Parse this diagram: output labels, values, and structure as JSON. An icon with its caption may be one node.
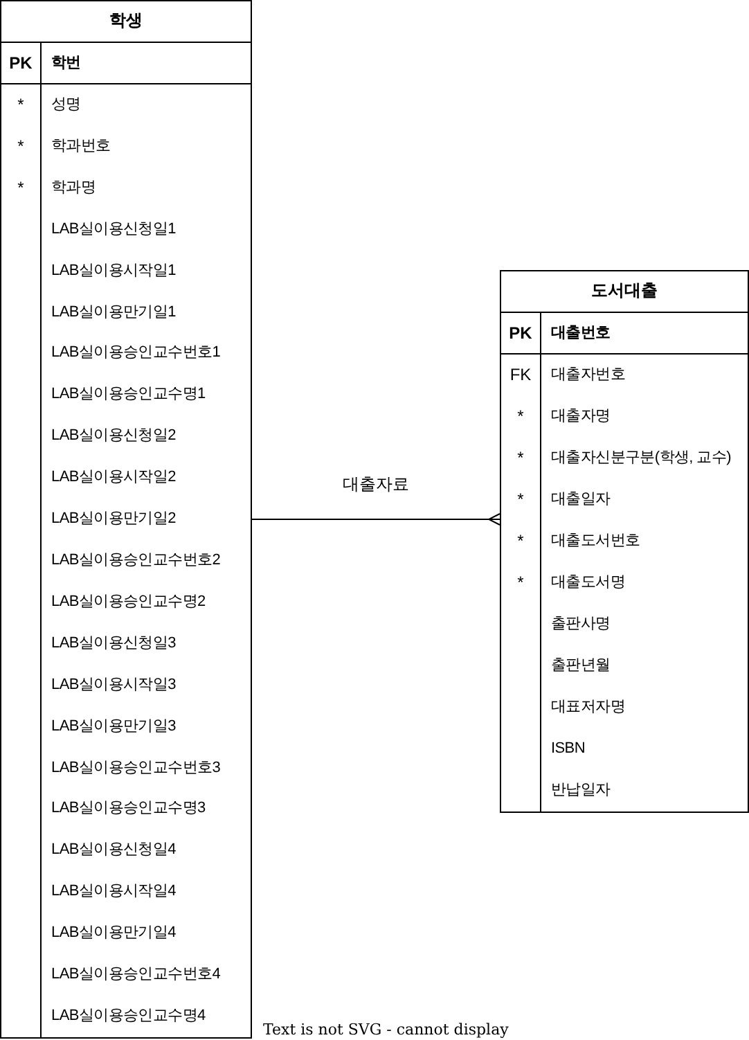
{
  "diagram": {
    "nodes": [
      {
        "text": [
          "학생"
        ]
      },
      {
        "text": [
          "PK",
          "학번"
        ],
        "in": 0
      },
      {
        "text": [
          "*",
          "성명"
        ],
        "in": 0
      },
      {
        "text": [
          "*",
          "학과번호"
        ],
        "in": 0
      },
      {
        "text": [
          "*",
          "학과명"
        ],
        "in": 0
      },
      {
        "text": [
          "LAB실이용신청일1"
        ],
        "in": 0
      },
      {
        "text": [
          "LAB실이용시작일1"
        ],
        "in": 0
      },
      {
        "text": [
          "LAB실이용만기일1"
        ],
        "in": 0
      },
      {
        "text": [
          "LAB실이용승인교수번호1"
        ],
        "in": 0
      },
      {
        "text": [
          "LAB실이용승인교수명1"
        ],
        "in": 0
      },
      {
        "text": [
          "LAB실이용신청일2"
        ],
        "in": 0
      },
      {
        "text": [
          "LAB실이용시작일2"
        ],
        "in": 0
      },
      {
        "text": [
          "LAB실이용만기일2"
        ],
        "in": 0
      },
      {
        "text": [
          "LAB실이용승인교수번호2"
        ],
        "in": 0
      },
      {
        "text": [
          "LAB실이용승인교수명2"
        ],
        "in": 0
      },
      {
        "text": [
          "LAB실이용신청일3"
        ],
        "in": 0
      },
      {
        "text": [
          "LAB실이용시작일3"
        ],
        "in": 0
      },
      {
        "text": [
          "LAB실이용만기일3"
        ],
        "in": 0
      },
      {
        "text": [
          "LAB실이용승인교수번호3"
        ],
        "in": 0
      },
      {
        "text": [
          "LAB실이용승인교수명3"
        ],
        "in": 0
      },
      {
        "text": [
          "LAB실이용신청일4"
        ],
        "in": 0
      },
      {
        "text": [
          "LAB실이용시작일4"
        ],
        "in": 0
      },
      {
        "text": [
          "LAB실이용만기일4"
        ],
        "in": 0
      },
      {
        "text": [
          "LAB실이용승인교수번호4"
        ],
        "in": 0
      },
      {
        "text": [
          "LAB실이용승인교수명4"
        ],
        "in": 0
      },
      {
        "text": [
          "도서대출"
        ]
      },
      {
        "text": [
          "PK",
          "대출번호"
        ],
        "in": 25
      },
      {
        "text": [
          "FK",
          "대출자번호"
        ],
        "in": 25
      },
      {
        "text": [
          "*",
          "대출자명"
        ],
        "in": 25
      },
      {
        "text": [
          "*",
          "대출자신분구분(학생, 교수)"
        ],
        "in": 25
      },
      {
        "text": [
          "*",
          "대출일자"
        ],
        "in": 25
      },
      {
        "text": [
          "*",
          "대출도서번호"
        ],
        "in": 25
      },
      {
        "text": [
          "*",
          "대출도서명"
        ],
        "in": 25
      },
      {
        "text": [
          "출판사명"
        ],
        "in": 25
      },
      {
        "text": [
          "출판년월"
        ],
        "in": 25
      },
      {
        "text": [
          "대표저자명"
        ],
        "in": 25
      },
      {
        "text": [
          "ISBN"
        ],
        "in": 25
      },
      {
        "text": [
          "반납일자"
        ],
        "in": 25
      }
    ],
    "edges": [
      {
        "from": 0,
        "to": 25,
        "arrow": "other",
        "label": "대출자료"
      }
    ],
    "labels": [
      "Text is not SVG - cannot display"
    ]
  }
}
